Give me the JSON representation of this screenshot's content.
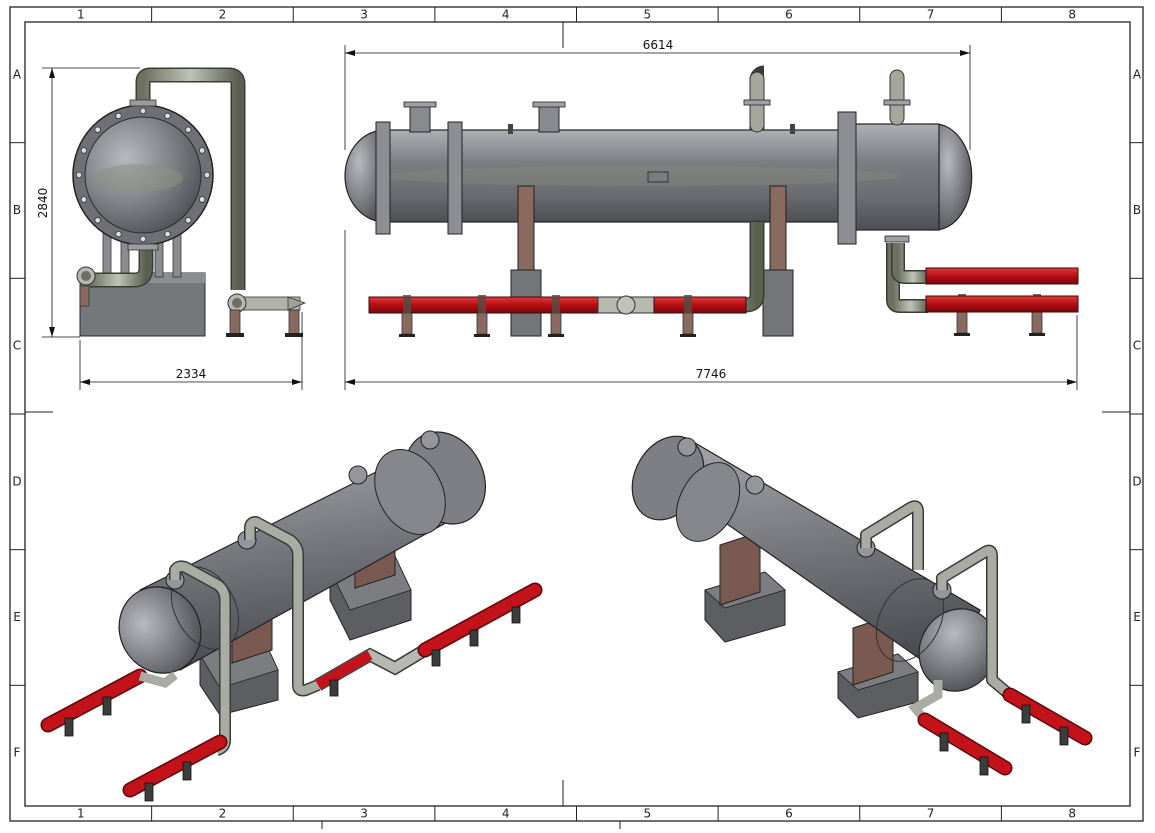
{
  "frame": {
    "columns": [
      "1",
      "2",
      "3",
      "4",
      "5",
      "6",
      "7",
      "8"
    ],
    "rows": [
      "A",
      "B",
      "C",
      "D",
      "E",
      "F"
    ]
  },
  "dimensions": {
    "height": "2840",
    "side_width": "2334",
    "shell_length": "6614",
    "overall_length": "7746"
  },
  "colors": {
    "steel": "#8c8e93",
    "steel_dark": "#5d5f64",
    "steel_light": "#c9cbd0",
    "insulation_red": "#c4121a",
    "support_brown": "#8a6a5e",
    "concrete": "#707275",
    "pipe_green": "#7f8a72"
  }
}
